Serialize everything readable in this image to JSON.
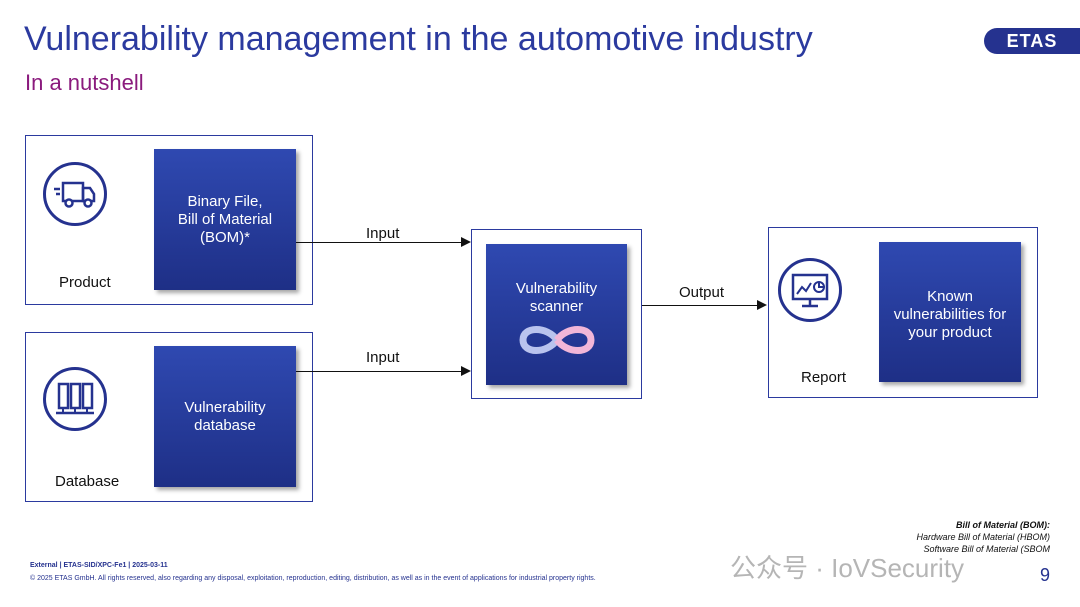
{
  "header": {
    "title": "Vulnerability management in the automotive industry",
    "subtitle": "In a nutshell",
    "logo_text": "ETAS"
  },
  "diagram": {
    "product": {
      "icon": "truck-icon",
      "label": "Product",
      "box_text": "Binary File,\nBill of Material\n(BOM)*"
    },
    "database": {
      "icon": "server-rack-icon",
      "label": "Database",
      "box_text": "Vulnerability\ndatabase"
    },
    "scanner": {
      "box_text": "Vulnerability\nscanner",
      "icon": "infinity-loop-icon"
    },
    "report": {
      "icon": "monitor-chart-icon",
      "label": "Report",
      "box_text": "Known\nvulnerabilities for\nyour product"
    },
    "arrows": {
      "input_top": "Input",
      "input_bottom": "Input",
      "output": "Output"
    }
  },
  "footer": {
    "line1": "External | ETAS-SID/XPC-Fe1 | 2025-03-11",
    "line2": "© 2025 ETAS GmbH. All rights reserved, also regarding any disposal, exploitation, reproduction, editing, distribution, as well as in the event of applications for industrial property rights.",
    "bom_title": "Bill of Material (BOM):",
    "bom_line1": "Hardware Bill of Material (HBOM)",
    "bom_line2": "Software Bill of Material (SBOM",
    "page_number": "9",
    "watermark": "公众号 · IoVSecurity"
  },
  "colors": {
    "brand_blue": "#2b3a9f",
    "subtitle_purple": "#8a1a7d",
    "box_blue": "#25328f"
  }
}
